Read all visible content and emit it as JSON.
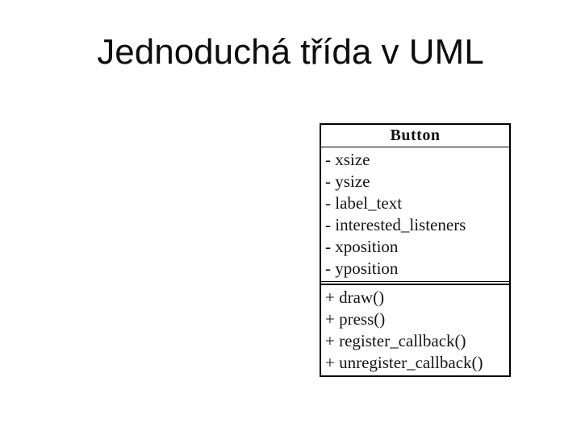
{
  "slide": {
    "title": "Jednoduchá třída v UML",
    "background_color": "#ffffff",
    "title_color": "#0d0d0d"
  },
  "uml_class": {
    "name": "Button",
    "border_color": "#000000",
    "attributes": [
      "- xsize",
      "- ysize",
      "- label_text",
      "- interested_listeners",
      "- xposition",
      "- yposition"
    ],
    "methods": [
      "+ draw()",
      "+ press()",
      "+ register_callback()",
      "+ unregister_callback()"
    ]
  }
}
